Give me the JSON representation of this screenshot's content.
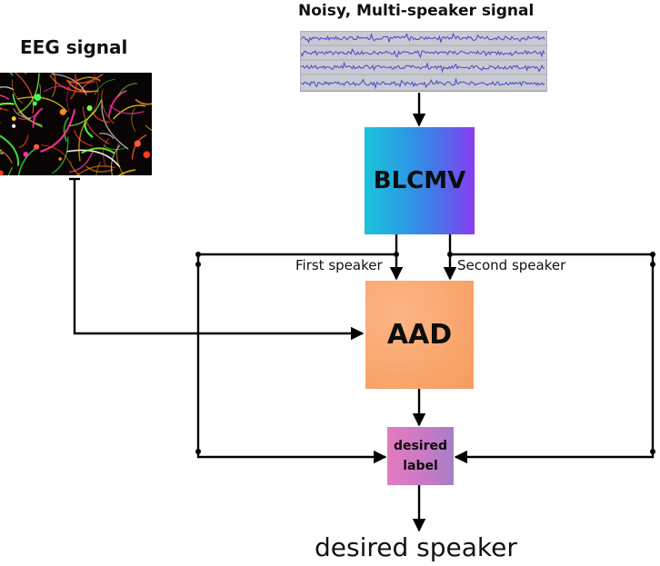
{
  "eeg": {
    "title": "EEG signal",
    "image_icon": "neuron-network-icon"
  },
  "mixture": {
    "title": "Noisy, Multi-speaker signal",
    "image_icon": "waveform-icon"
  },
  "blocks": {
    "blcmv": "BLCMV",
    "aad": "AAD",
    "label_line1": "desired",
    "label_line2": "label"
  },
  "branches": {
    "first": "First speaker",
    "second": "Second speaker"
  },
  "output": "desired speaker",
  "colors": {
    "line": "#000000",
    "blcmv_start": "#1bc3d9",
    "blcmv_end": "#8a3bf0",
    "aad": "#f9a66d",
    "label": "#d07ac3"
  }
}
